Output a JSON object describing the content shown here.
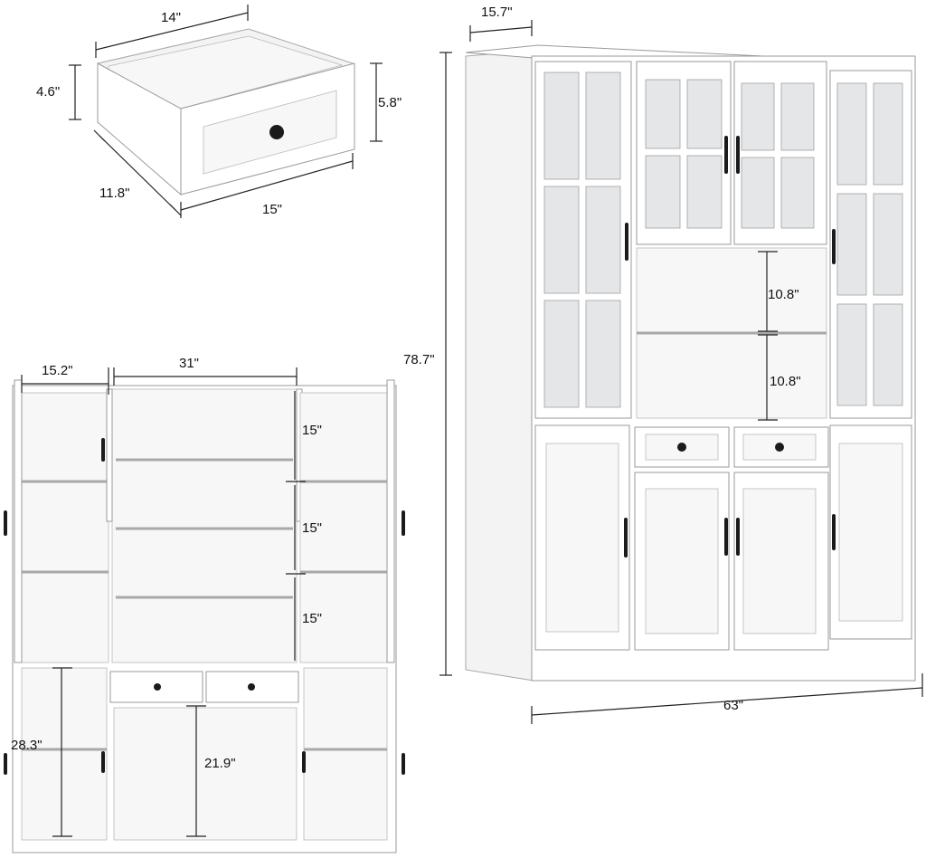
{
  "drawer": {
    "width_top": "14\"",
    "height_back": "4.6\"",
    "depth": "11.8\"",
    "front_width": "15\"",
    "front_height": "5.8\""
  },
  "cabinet_front": {
    "depth": "15.7\"",
    "height": "78.7\"",
    "shelf_gap_upper": "10.8\"",
    "shelf_gap_lower": "10.8\"",
    "width": "63\""
  },
  "cabinet_open": {
    "side_width": "15.2\"",
    "center_width": "31\"",
    "shelf_gap_1": "15\"",
    "shelf_gap_2": "15\"",
    "shelf_gap_3": "15\"",
    "lower_side_height": "28.3\"",
    "lower_center_height": "21.9\""
  },
  "colors": {
    "cabinet": "#ffffff",
    "outline": "#9a9a9a",
    "glass": "#e4e6e8",
    "hardware": "#1b1b1b"
  }
}
